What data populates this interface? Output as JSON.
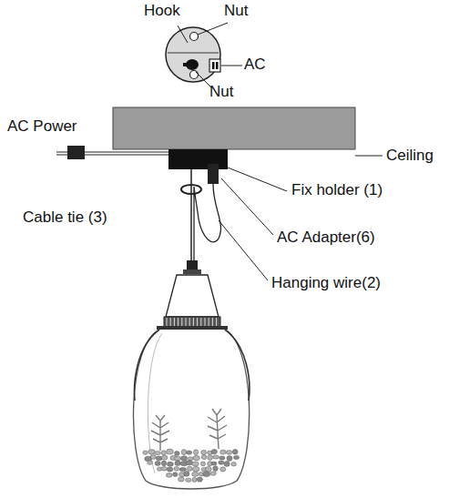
{
  "diagram": {
    "labels": [
      "Hook",
      "Nut",
      "AC",
      "Nut",
      "AC Power",
      "Ceiling",
      "Fix holder (1)",
      "AC Adapter(6)",
      "Hanging wire(2)",
      "Cable tie (3)"
    ]
  }
}
